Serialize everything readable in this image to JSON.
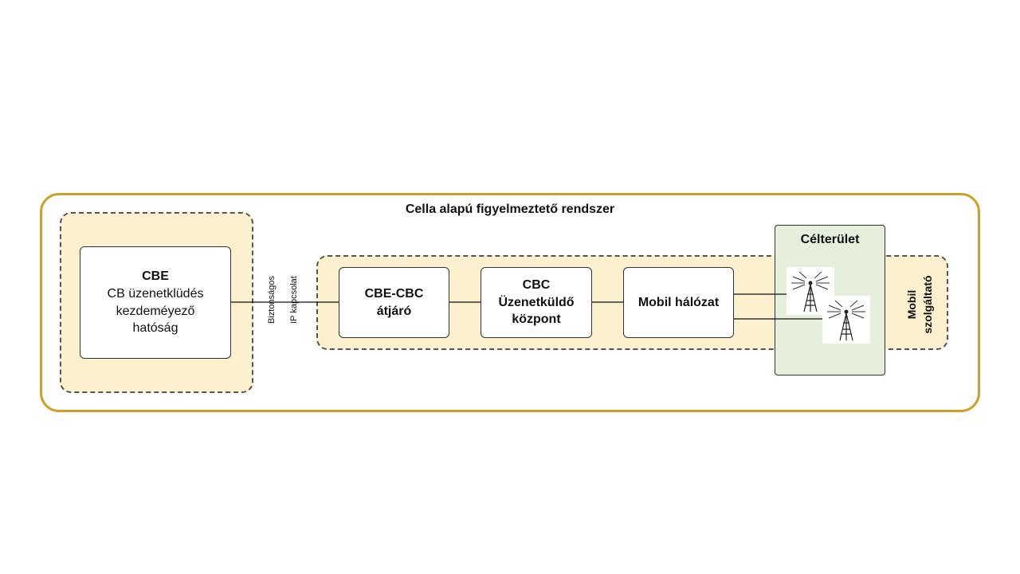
{
  "diagram": {
    "title": "Cella alapú figyelmeztető rendszer",
    "cbe": {
      "title": "CBE",
      "lines": [
        "CB üzenetklüdés",
        "kezdeméyező",
        "hatóság"
      ]
    },
    "link_label": {
      "line1": "Biztonságos",
      "line2": "IP kapcsolat"
    },
    "gateway": {
      "line1": "CBE-CBC",
      "line2": "átjáró"
    },
    "cbc": {
      "line1": "CBC",
      "line2": "Üzenetküldő",
      "line3": "központ"
    },
    "mobile_network": {
      "label": "Mobil hálózat"
    },
    "target_area": {
      "label": "Célterület"
    },
    "operator": {
      "line1": "Mobil",
      "line2": "szolgáltató"
    },
    "icons": {
      "tower": "radio-tower-icon"
    },
    "colors": {
      "outer_border": "#c9a227",
      "zone_fill": "#fdf0cf",
      "target_fill": "#e5efdc",
      "line": "#111111"
    }
  }
}
